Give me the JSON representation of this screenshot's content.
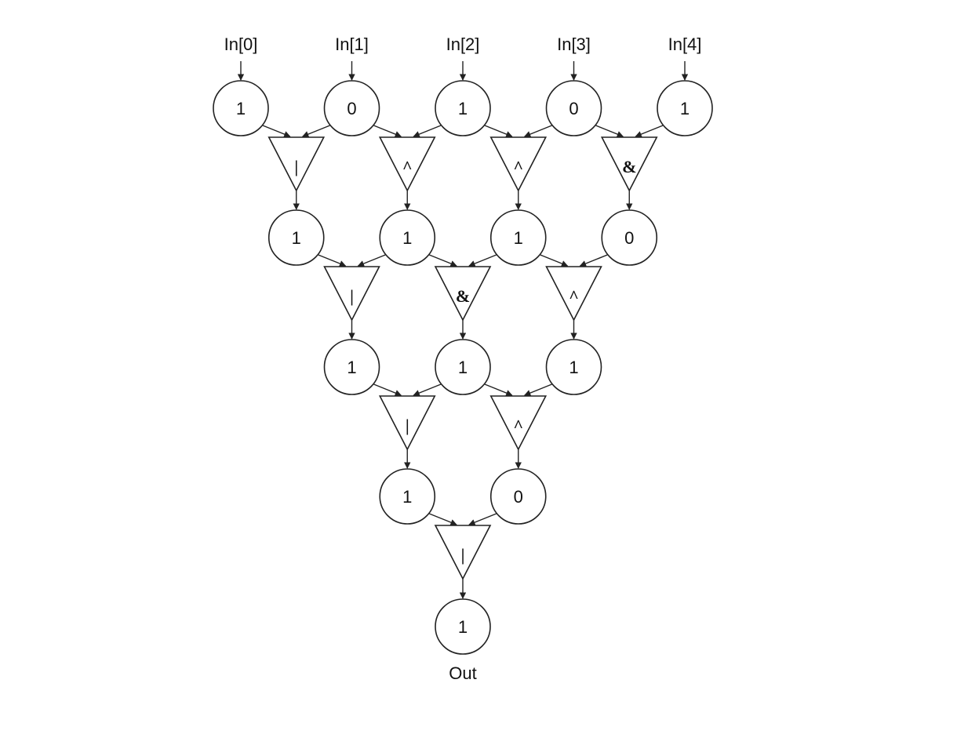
{
  "inputs": [
    "In[0]",
    "In[1]",
    "In[2]",
    "In[3]",
    "In[4]"
  ],
  "output_label": "Out",
  "levels": [
    {
      "values": [
        "1",
        "0",
        "1",
        "0",
        "1"
      ],
      "gates": [
        "|",
        "^",
        "^",
        "&"
      ]
    },
    {
      "values": [
        "1",
        "1",
        "1",
        "0"
      ],
      "gates": [
        "|",
        "&",
        "^"
      ]
    },
    {
      "values": [
        "1",
        "1",
        "1"
      ],
      "gates": [
        "|",
        "^"
      ]
    },
    {
      "values": [
        "1",
        "0"
      ],
      "gates": [
        "|"
      ]
    },
    {
      "values": [
        "1"
      ],
      "gates": []
    }
  ]
}
